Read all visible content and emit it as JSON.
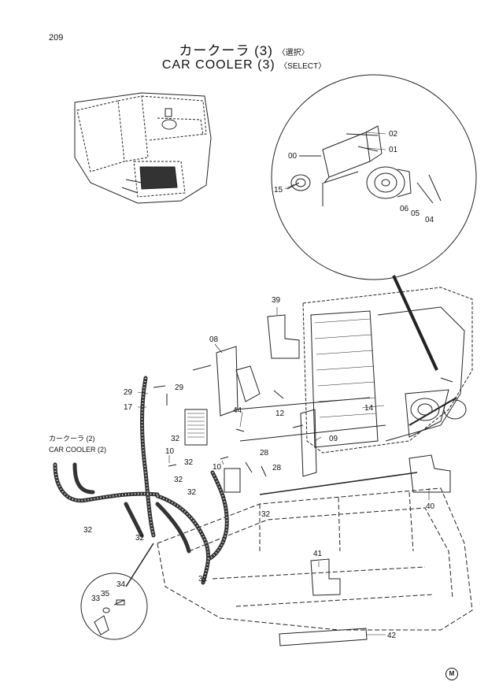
{
  "page_number": "209",
  "title_jp": "カークーラ (3)",
  "title_jp_select": "〈選択〉",
  "title_en": "CAR COOLER (3)",
  "title_en_select": "〈SELECT〉",
  "ref_jp": "カークーラ (2)",
  "ref_en": "CAR COOLER (2)",
  "corner_mark": "M",
  "parts": {
    "p00": "00",
    "p01": "01",
    "p02": "02",
    "p04": "04",
    "p05": "05",
    "p06": "06",
    "p08": "08",
    "p09": "09",
    "p10": "10",
    "p10b": "10",
    "p12": "12",
    "p14": "14",
    "p15": "15",
    "p17": "17",
    "p28": "28",
    "p28b": "28",
    "p29": "29",
    "p29b": "29",
    "p32": "32",
    "p32b": "32",
    "p32c": "32",
    "p32d": "32",
    "p32e": "32",
    "p32f": "32",
    "p32g": "32",
    "p33": "33",
    "p34": "34",
    "p35": "35",
    "p39": "39",
    "p40": "40",
    "p41": "41",
    "p42": "42",
    "p44": "44"
  }
}
